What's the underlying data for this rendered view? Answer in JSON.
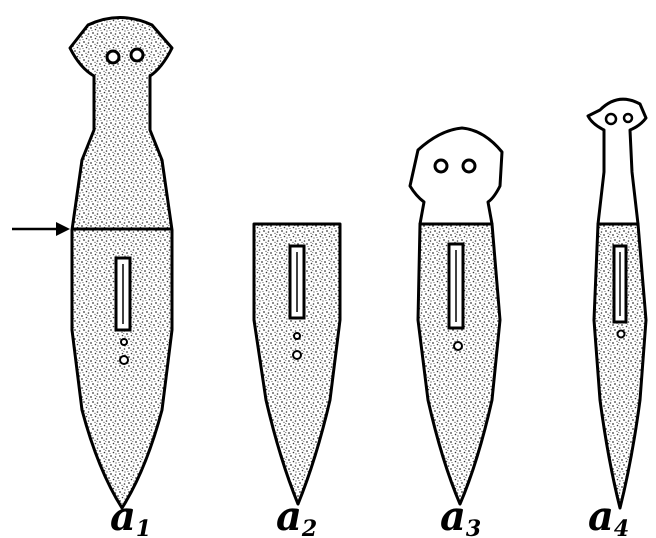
{
  "figure": {
    "panels": [
      {
        "id": "a1",
        "letter": "a",
        "subscript": "1"
      },
      {
        "id": "a2",
        "letter": "a",
        "subscript": "2"
      },
      {
        "id": "a3",
        "letter": "a",
        "subscript": "3"
      },
      {
        "id": "a4",
        "letter": "a",
        "subscript": "4"
      }
    ],
    "colors": {
      "ink": "#000000",
      "stipple": "#3a3a3a",
      "background": "#ffffff"
    },
    "arrow": {
      "icon": "right-arrow-icon"
    }
  }
}
